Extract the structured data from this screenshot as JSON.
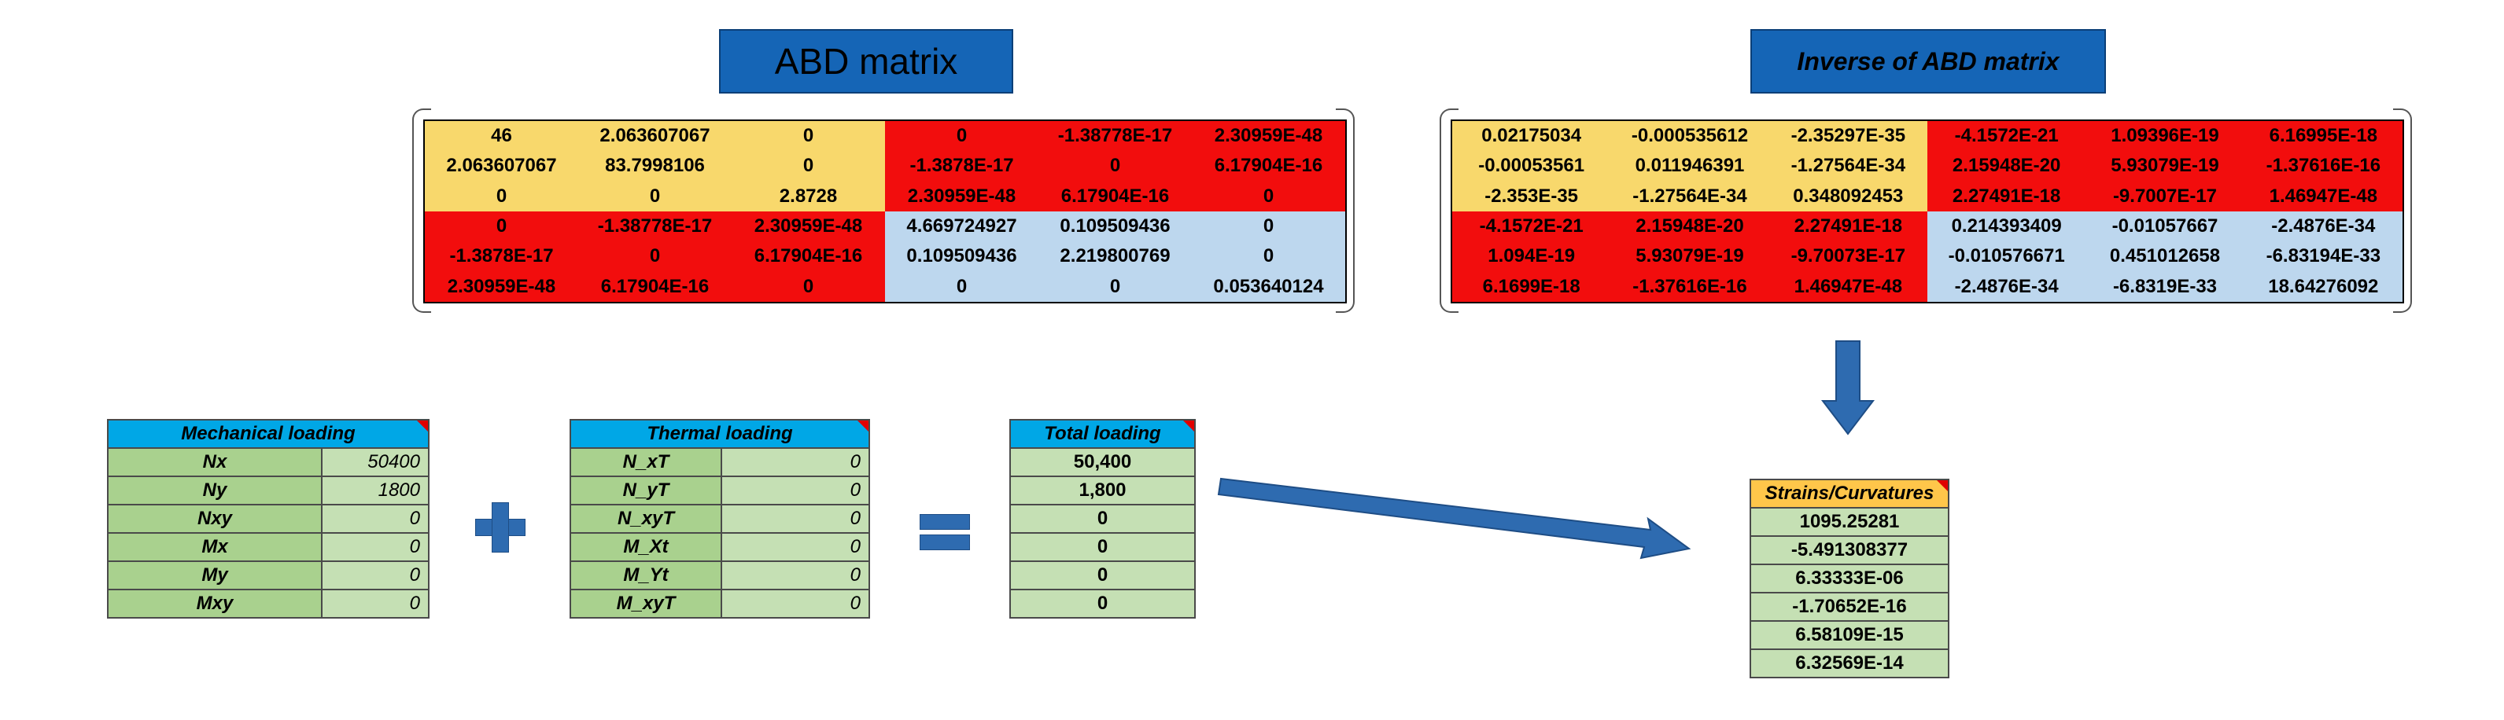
{
  "abd": {
    "title": "ABD matrix",
    "rows": [
      [
        "46",
        "2.063607067",
        "0",
        "0",
        "-1.38778E-17",
        "2.30959E-48"
      ],
      [
        "2.063607067",
        "83.7998106",
        "0",
        "-1.3878E-17",
        "0",
        "6.17904E-16"
      ],
      [
        "0",
        "0",
        "2.8728",
        "2.30959E-48",
        "6.17904E-16",
        "0"
      ],
      [
        "0",
        "-1.38778E-17",
        "2.30959E-48",
        "4.669724927",
        "0.109509436",
        "0"
      ],
      [
        "-1.3878E-17",
        "0",
        "6.17904E-16",
        "0.109509436",
        "2.219800769",
        "0"
      ],
      [
        "2.30959E-48",
        "6.17904E-16",
        "0",
        "0",
        "0",
        "0.053640124"
      ]
    ]
  },
  "inverse": {
    "title": "Inverse of ABD matrix",
    "rows": [
      [
        "0.02175034",
        "-0.000535612",
        "-2.35297E-35",
        "-4.1572E-21",
        "1.09396E-19",
        "6.16995E-18"
      ],
      [
        "-0.00053561",
        "0.011946391",
        "-1.27564E-34",
        "2.15948E-20",
        "5.93079E-19",
        "-1.37616E-16"
      ],
      [
        "-2.353E-35",
        "-1.27564E-34",
        "0.348092453",
        "2.27491E-18",
        "-9.7007E-17",
        "1.46947E-48"
      ],
      [
        "-4.1572E-21",
        "2.15948E-20",
        "2.27491E-18",
        "0.214393409",
        "-0.01057667",
        "-2.4876E-34"
      ],
      [
        "1.094E-19",
        "5.93079E-19",
        "-9.70073E-17",
        "-0.010576671",
        "0.451012658",
        "-6.83194E-33"
      ],
      [
        "6.1699E-18",
        "-1.37616E-16",
        "1.46947E-48",
        "-2.4876E-34",
        "-6.8319E-33",
        "18.64276092"
      ]
    ]
  },
  "mechanical": {
    "title": "Mechanical loading",
    "rows": [
      {
        "label": "Nx",
        "value": "50400"
      },
      {
        "label": "Ny",
        "value": "1800"
      },
      {
        "label": "Nxy",
        "value": "0"
      },
      {
        "label": "Mx",
        "value": "0"
      },
      {
        "label": "My",
        "value": "0"
      },
      {
        "label": "Mxy",
        "value": "0"
      }
    ]
  },
  "thermal": {
    "title": "Thermal loading",
    "rows": [
      {
        "label": "N_xT",
        "value": "0"
      },
      {
        "label": "N_yT",
        "value": "0"
      },
      {
        "label": "N_xyT",
        "value": "0"
      },
      {
        "label": "M_Xt",
        "value": "0"
      },
      {
        "label": "M_Yt",
        "value": "0"
      },
      {
        "label": "M_xyT",
        "value": "0"
      }
    ]
  },
  "total": {
    "title": "Total loading",
    "values": [
      "50,400",
      "1,800",
      "0",
      "0",
      "0",
      "0"
    ]
  },
  "strains": {
    "title": "Strains/Curvatures",
    "values": [
      "1095.25281",
      "-5.491308377",
      "6.33333E-06",
      "-1.70652E-16",
      "6.58109E-15",
      "6.32569E-14"
    ]
  },
  "colors": {
    "title_blue": "#1565b6",
    "quadrant_yellow": "#f8d86c",
    "quadrant_red": "#f20d0d",
    "quadrant_blue": "#bdd7ee",
    "header_cyan": "#00a7e6",
    "header_orange": "#ffc64a",
    "label_green": "#a9d18e",
    "value_green": "#c5e0b4",
    "arrow_blue": "#2e6bb0"
  }
}
